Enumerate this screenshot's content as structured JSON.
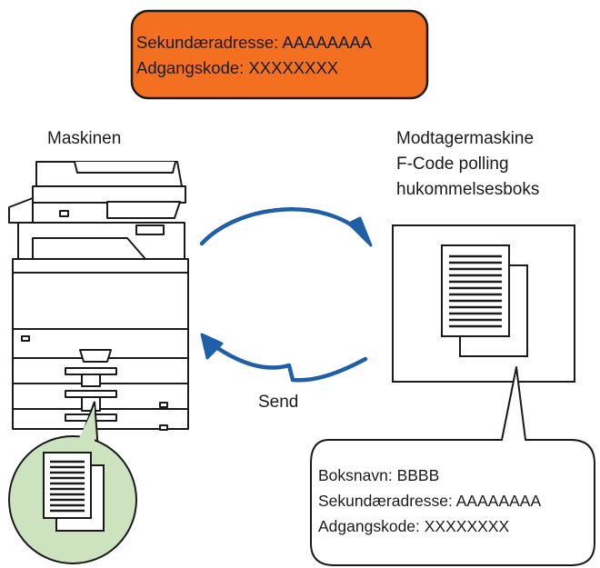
{
  "top_note": {
    "line1": "Sekundæradresse: AAAAAAAA",
    "line2": "Adgangskode: XXXXXXXX",
    "fill_color": "#f37021"
  },
  "machine": {
    "label": "Maskinen"
  },
  "receiver": {
    "line1": "Modtagermaskine",
    "line2": "F-Code polling",
    "line3": "hukommelsesboks"
  },
  "send_label": "Send",
  "callout": {
    "line1": "Boksnavn: BBBB",
    "line2": "Sekundæradresse: AAAAAAAA",
    "line3": "Adgangskode: XXXXXXXX"
  },
  "colors": {
    "arrow": "#1f5fa8",
    "document_circle": "#cde3c0",
    "outline": "#1a1a1a"
  }
}
